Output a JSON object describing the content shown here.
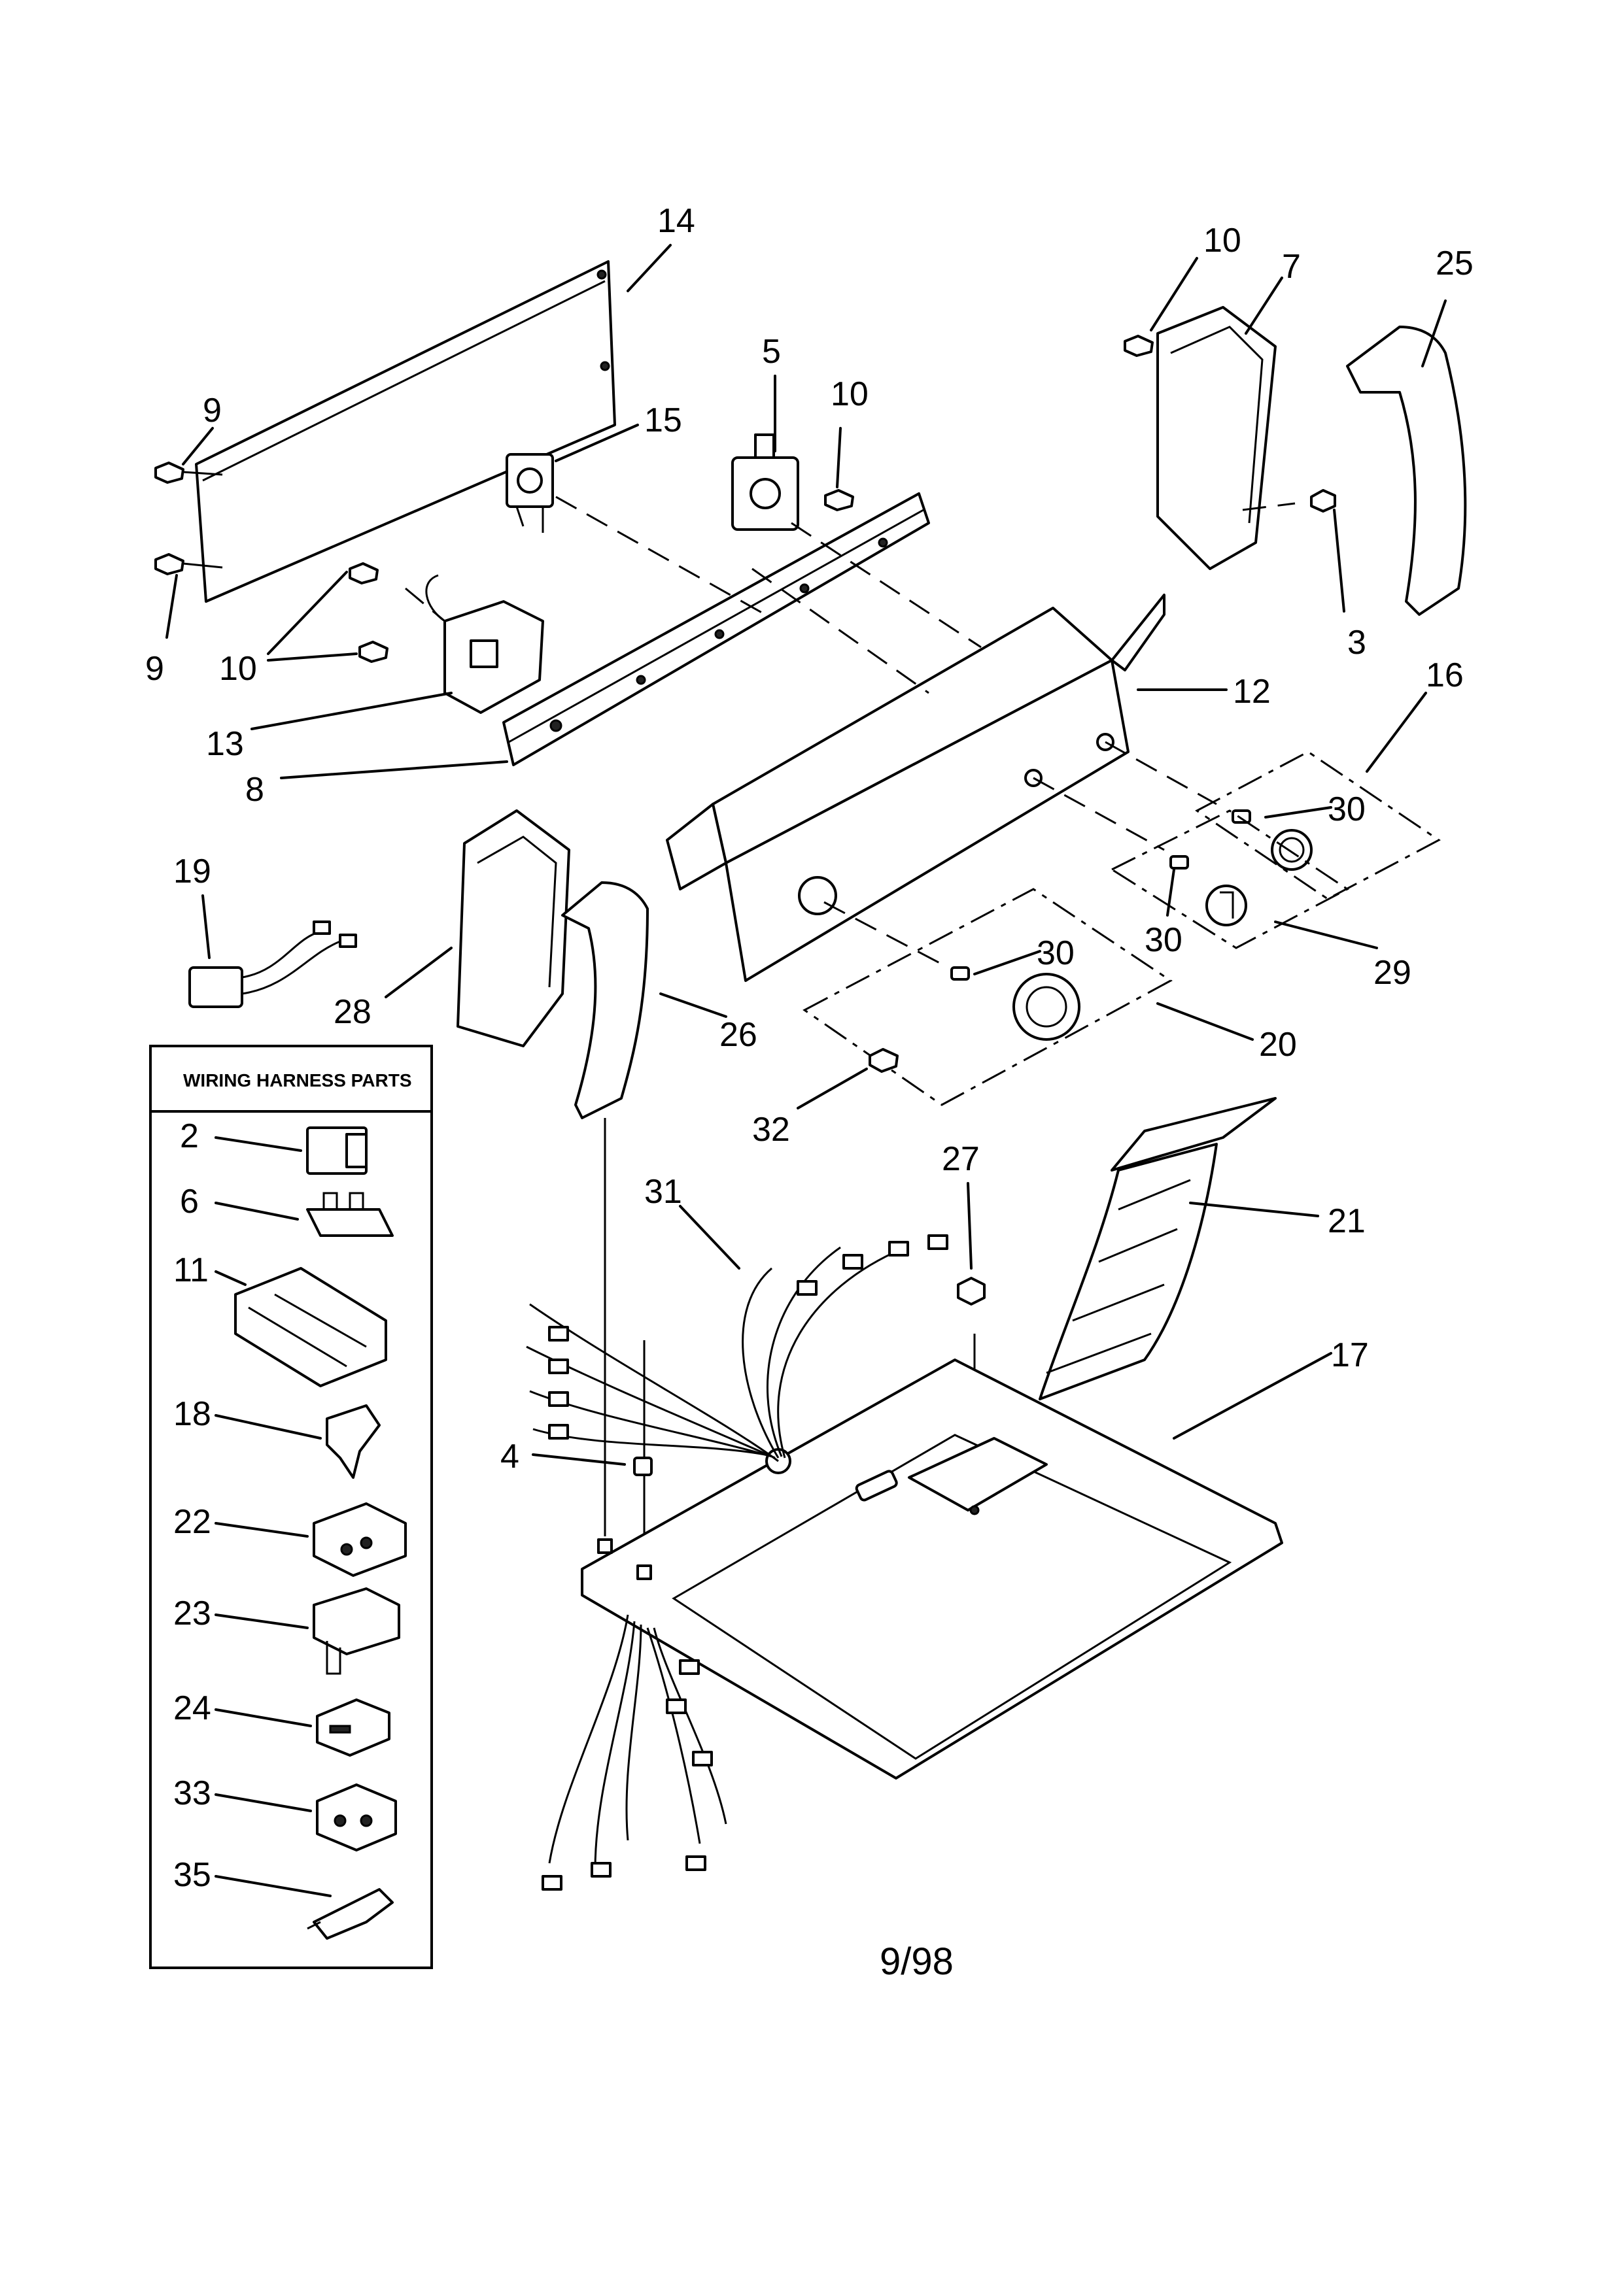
{
  "callouts": {
    "c14": "14",
    "c9a": "9",
    "c9b": "9",
    "c15": "15",
    "c5": "5",
    "c10a": "10",
    "c10b": "10",
    "c7": "7",
    "c25": "25",
    "c10c": "10",
    "c13": "13",
    "c8": "8",
    "c3": "3",
    "c12": "12",
    "c16": "16",
    "c30a": "30",
    "c30b": "30",
    "c30c": "30",
    "c29": "29",
    "c19": "19",
    "c28": "28",
    "c26": "26",
    "c20": "20",
    "c32": "32",
    "c27": "27",
    "c31": "31",
    "c21": "21",
    "c17": "17",
    "c4": "4"
  },
  "legend": {
    "title": "WIRING HARNESS PARTS",
    "items": [
      "2",
      "6",
      "11",
      "18",
      "22",
      "23",
      "24",
      "33",
      "35"
    ]
  },
  "footer": {
    "date": "9/98"
  }
}
